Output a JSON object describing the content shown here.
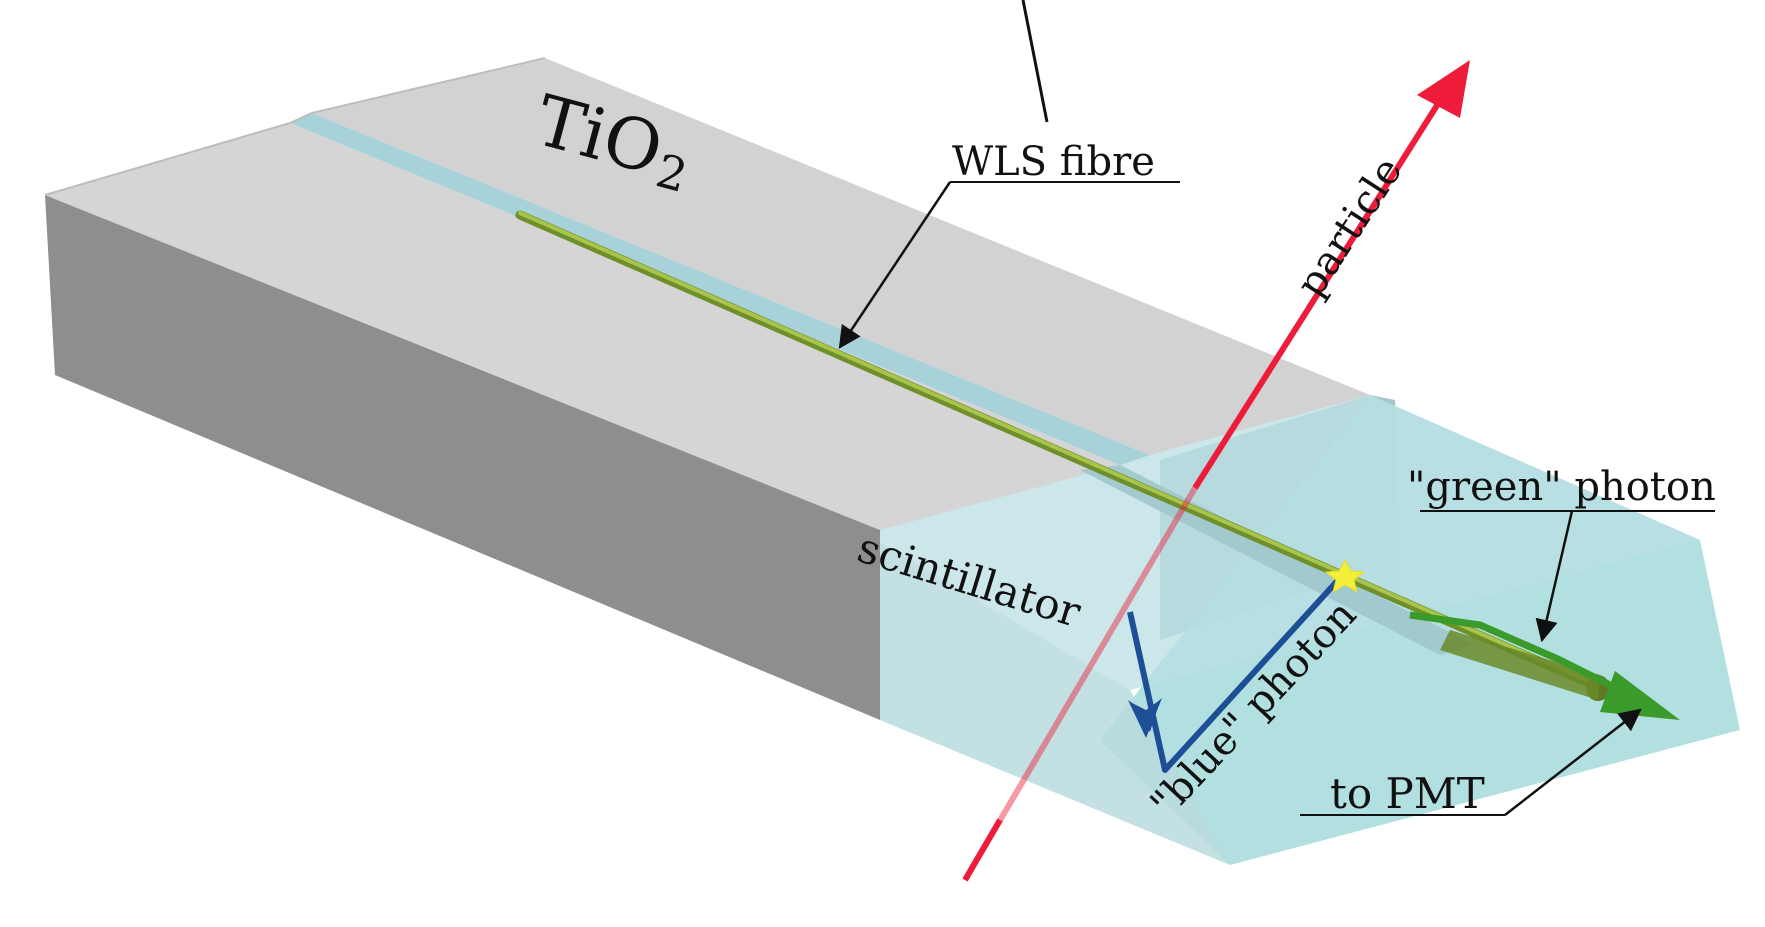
{
  "labels": {
    "tio2_main": "TiO",
    "tio2_sub": "2",
    "wls_fibre": "WLS fibre",
    "particle": "particle",
    "green_photon": "\"green\" photon",
    "scintillator": "scintillator",
    "blue_photon": "\"blue\" photon",
    "to_pmt": "to PMT"
  },
  "colors": {
    "particle": "#ee1c3a",
    "blue_photon": "#1c4f96",
    "green_photon": "#3a9a2a",
    "fibre": "#8cb63a",
    "emission_point": "#f4f03a",
    "tio2_top": "#d2d2d2",
    "tio2_side": "#8e8e8e",
    "scintillator": "#a8dcdf"
  }
}
